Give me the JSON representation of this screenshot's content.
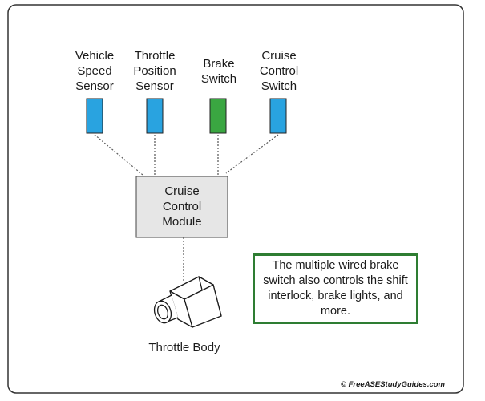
{
  "components": {
    "vehicle_speed_sensor": "Vehicle\nSpeed\nSensor",
    "throttle_position_sensor": "Throttle\nPosition\nSensor",
    "brake_switch": "Brake\nSwitch",
    "cruise_control_switch": "Cruise\nControl\nSwitch",
    "cruise_control_module": "Cruise\nControl\nModule",
    "throttle_body": "Throttle Body"
  },
  "note": "The multiple wired brake switch also controls the shift interlock, brake lights, and more.",
  "copyright": "© FreeASEStudyGuides.com",
  "colors": {
    "sensor_blue": "#29a3e0",
    "brake_green": "#3aa641",
    "module_fill": "#e6e6e6",
    "note_border": "#2e7d32",
    "frame_border": "#333333"
  }
}
